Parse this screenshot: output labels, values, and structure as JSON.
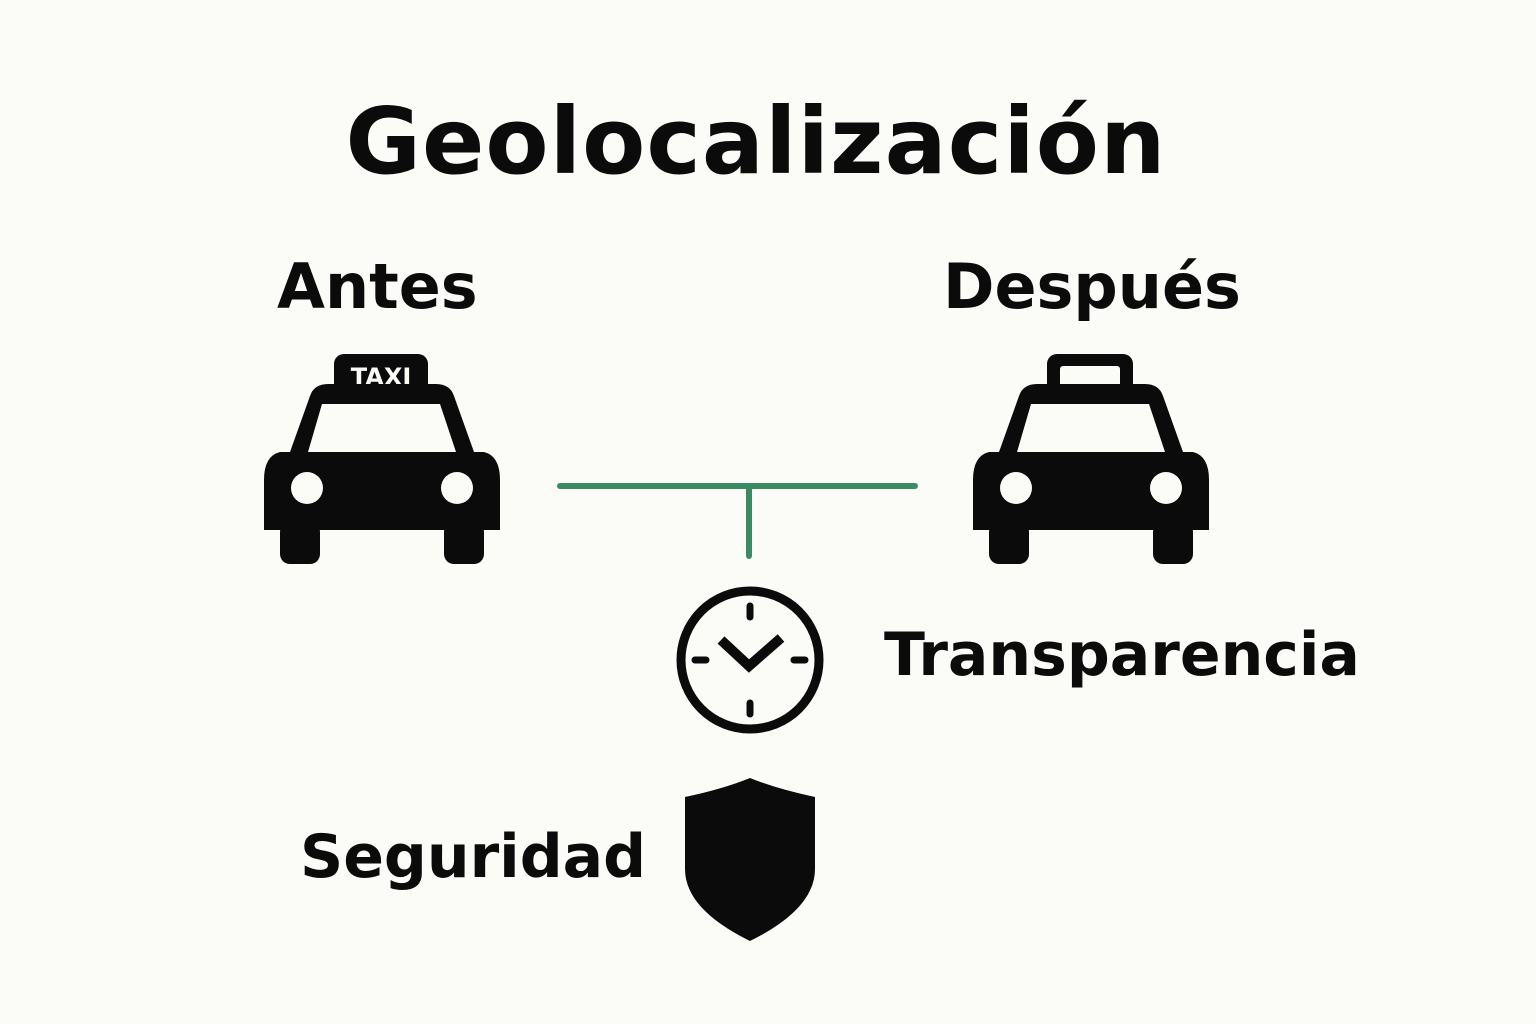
{
  "diagram": {
    "title": "Geolocalización",
    "before": {
      "label": "Antes",
      "icon": "taxi-with-sign-icon",
      "sign_text": "TAXI"
    },
    "after": {
      "label": "Después",
      "icon": "taxi-without-sign-icon"
    },
    "connector": {
      "type": "t-connector",
      "color": "#3a8a63"
    },
    "benefits": [
      {
        "label": "Transparencia",
        "icon": "clock-icon"
      },
      {
        "label": "Seguridad",
        "icon": "shield-icon"
      }
    ]
  },
  "colors": {
    "background": "#fbfbf7",
    "foreground": "#0b0b0b",
    "accent": "#3a8a63"
  }
}
